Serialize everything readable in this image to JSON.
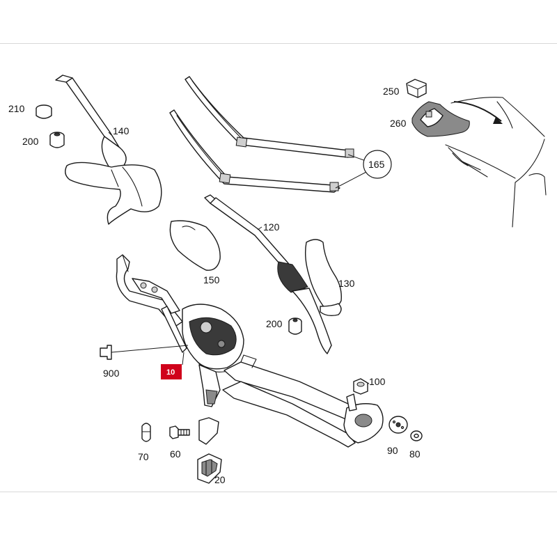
{
  "labels": {
    "p10": "10",
    "p20": "20",
    "p60": "60",
    "p70": "70",
    "p80": "80",
    "p90": "90",
    "p100": "100",
    "p120": "120",
    "p130": "130",
    "p140": "140",
    "p150": "150",
    "p165": "165",
    "p200a": "200",
    "p200b": "200",
    "p210": "210",
    "p250": "250",
    "p260": "260",
    "p900": "900"
  },
  "colors": {
    "highlight": "#d0021b",
    "line": "#1a1a1a",
    "background": "#ffffff",
    "frame": "#d8d8d8"
  }
}
